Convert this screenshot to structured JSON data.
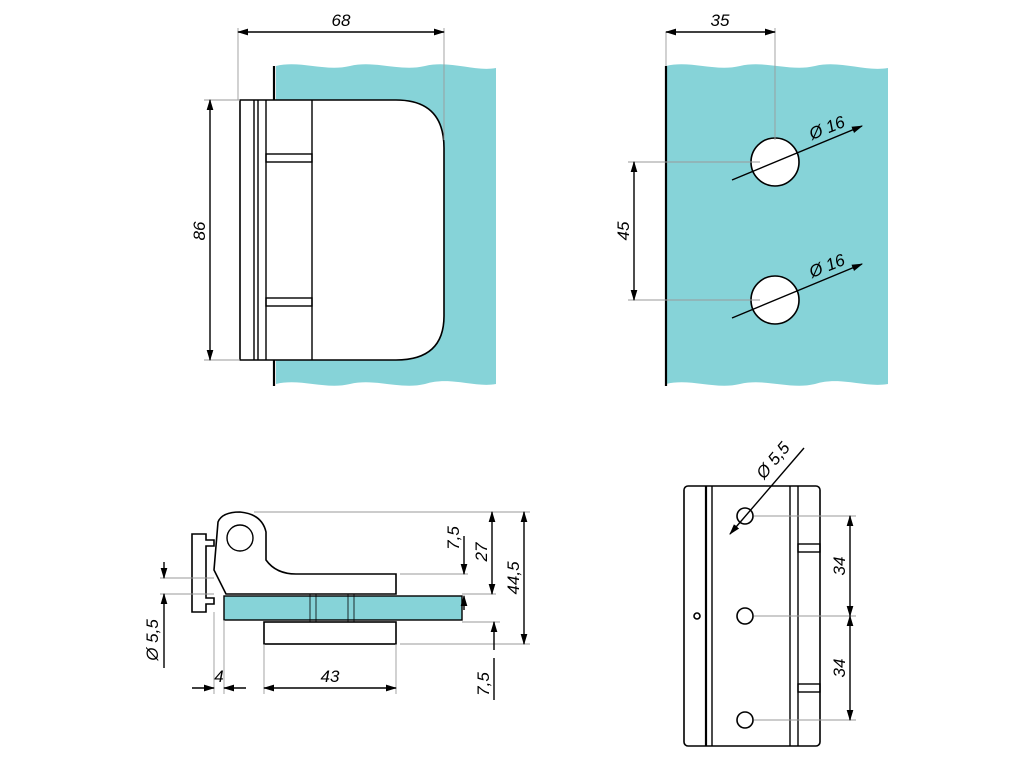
{
  "colors": {
    "glass": "#86d3d8",
    "line": "#000000",
    "extension_line": "#9a9a9a"
  },
  "views": {
    "front": {
      "width_dim": "68",
      "height_dim": "86"
    },
    "glass_cutout": {
      "offset_dim": "35",
      "spacing_dim": "45",
      "hole_top_dia": "Ø 16",
      "hole_bottom_dia": "Ø 16"
    },
    "section": {
      "pivot_dim": "7,5",
      "depth_dim": "27",
      "total_dim": "44,5",
      "screw_dia": "Ø 5,5",
      "edge_dim": "4",
      "clamp_dim": "43",
      "lower_dim": "7,5"
    },
    "mount": {
      "screw_dia": "Ø 5,5",
      "spacing_top": "34",
      "spacing_bottom": "34"
    }
  }
}
